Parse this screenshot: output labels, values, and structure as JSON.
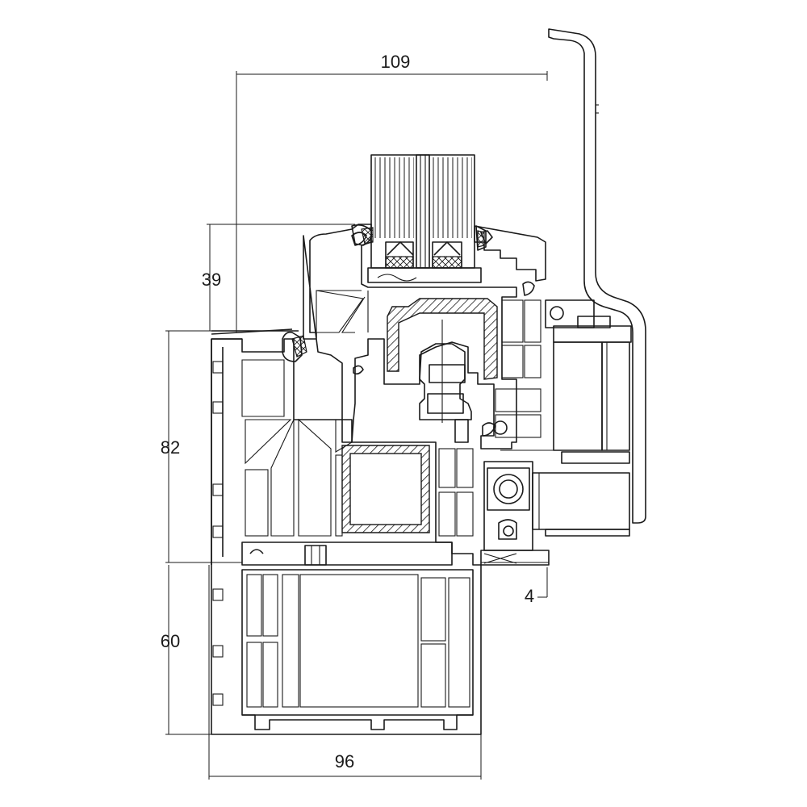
{
  "dimensions": {
    "top_width": "109",
    "sash_height": "39",
    "frame_height": "82",
    "base_height": "60",
    "gap": "4",
    "bottom_width": "96"
  }
}
